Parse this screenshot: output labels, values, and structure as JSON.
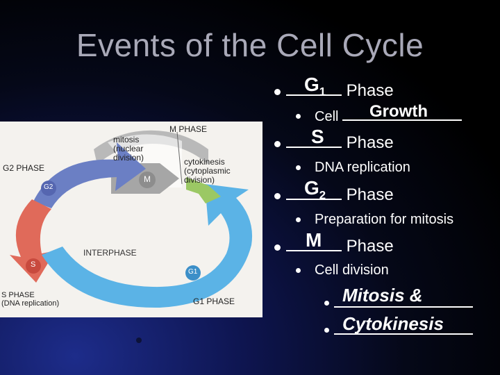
{
  "title": "Events of the Cell Cycle",
  "diagram": {
    "m_phase_label": "M PHASE",
    "mitosis_label": "mitosis\n(nuclear\ndivision)",
    "cytokinesis_label": "cytokinesis\n(cytoplasmic\ndivision)",
    "g2_phase_label": "G2 PHASE",
    "g2_badge": "G2",
    "m_badge": "M",
    "s_badge": "S",
    "g1_badge": "G1",
    "interphase_label": "INTERPHASE",
    "s_phase_label": "S PHASE\n(DNA replication)",
    "g1_phase_label": "G1 PHASE"
  },
  "items": [
    {
      "answer_main": "G",
      "answer_sub": "1",
      "suffix": "Phase",
      "sub": {
        "text": "Cell",
        "answer": "Growth"
      }
    },
    {
      "answer_main": "S",
      "answer_sub": "",
      "suffix": "Phase",
      "sub": {
        "text": "DNA replication"
      }
    },
    {
      "answer_main": "G",
      "answer_sub": "2",
      "suffix": "Phase",
      "sub": {
        "text": "Preparation for mitosis"
      }
    },
    {
      "answer_main": "M",
      "answer_sub": "",
      "suffix": "Phase",
      "sub": {
        "text": "Cell division"
      }
    }
  ],
  "subitems": [
    {
      "answer": "Mitosis &"
    },
    {
      "answer": "Cytokinesis"
    }
  ]
}
